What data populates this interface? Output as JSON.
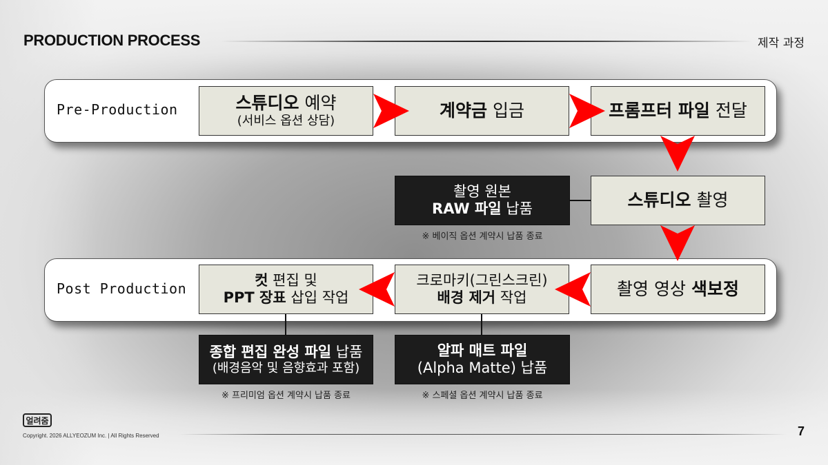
{
  "header": {
    "title": "PRODUCTION PROCESS",
    "subtitle": "제작 과정"
  },
  "colors": {
    "arrow": "#ff0000",
    "box_light": "#e6e6dc",
    "box_dark": "#1c1c1c",
    "band": "#ffffff"
  },
  "pre_production": {
    "label": "Pre-Production",
    "steps": [
      {
        "bold": "스튜디오",
        "normal": " 예약",
        "sub": "(서비스 옵션 상담)"
      },
      {
        "bold": "계약금",
        "normal": " 입금"
      },
      {
        "bold": "프롬프터 파일",
        "normal": " 전달"
      }
    ]
  },
  "production": {
    "step": {
      "bold": "스튜디오",
      "normal": " 촬영"
    },
    "deliverable": {
      "line1": "촬영 원본",
      "line2_bold": "RAW 파일",
      "line2_normal": " 납품",
      "note": "※ 베이직 옵션 계약시 납품 종료"
    }
  },
  "post_production": {
    "label": "Post Production",
    "steps": [
      {
        "normal": "촬영 영상 ",
        "bold": "색보정"
      },
      {
        "line1": "크로마키(그린스크린)",
        "line2_bold": "배경 제거",
        "line2_normal": " 작업"
      },
      {
        "line1_bold": "컷",
        "line1_normal": " 편집 및",
        "line2_bold": "PPT 장표",
        "line2_normal": " 삽입 작업"
      }
    ],
    "deliverables": [
      {
        "line1_bold": "종합 편집 완성 파일",
        "line1_normal": " 납품",
        "line2": "(배경음악 및 음향효과 포함)",
        "note": "※ 프리미엄 옵션 계약시 납품 종료"
      },
      {
        "line1_bold": "알파 매트 파일",
        "line2": "(Alpha Matte) 납품",
        "note": "※ 스페셜 옵션 계약시 납품 종료"
      }
    ]
  },
  "footer": {
    "logo_text": "얼려줌",
    "copyright": "Copyright. 2026 ALLYEOZUM Inc. | All Rights Reserved",
    "page_number": "7"
  }
}
